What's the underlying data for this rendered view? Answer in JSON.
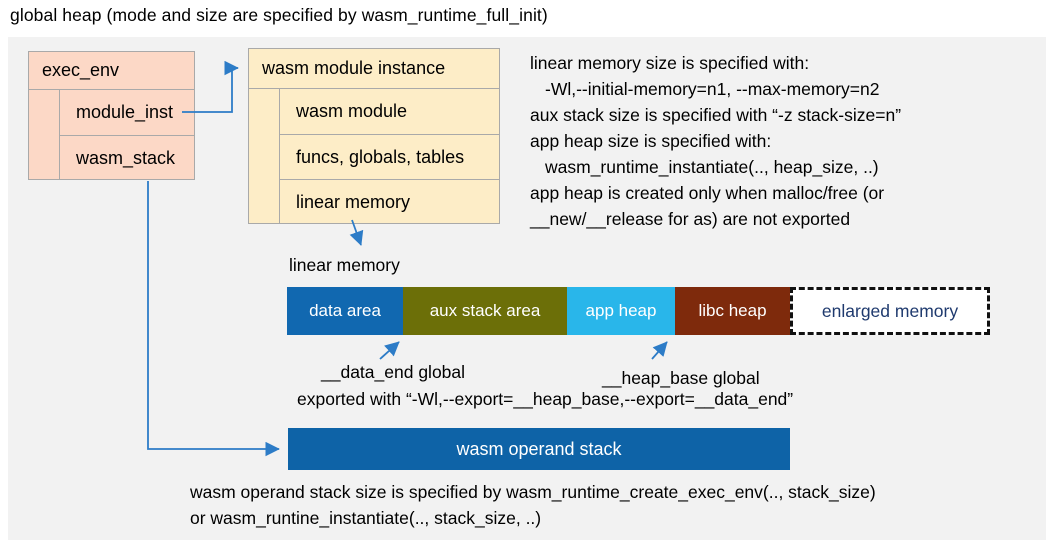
{
  "title": "global heap (mode and size are specified by wasm_runtime_full_init)",
  "exec_env": {
    "header": "exec_env",
    "rows": [
      {
        "label": "module_inst"
      },
      {
        "label": "wasm_stack"
      }
    ]
  },
  "module_instance": {
    "header": "wasm module instance",
    "rows": [
      {
        "label": "wasm module"
      },
      {
        "label": "funcs, globals, tables"
      },
      {
        "label": "linear memory"
      }
    ]
  },
  "notes": {
    "lines": [
      {
        "text": "linear memory size is specified with:"
      },
      {
        "text": "-Wl,--initial-memory=n1, --max-memory=n2"
      },
      {
        "text": "aux stack size is specified with “-z stack-size=n”"
      },
      {
        "text": "app heap size is specified with:"
      },
      {
        "text": "wasm_runtime_instantiate(.., heap_size, ..)"
      },
      {
        "text": "app heap is created only when malloc/free (or"
      },
      {
        "text": "__new/__release for as) are not exported"
      }
    ]
  },
  "linear_memory": {
    "label": "linear memory",
    "segments": [
      {
        "label": "data area",
        "color": "#1168b0",
        "text_color": "#ffffff"
      },
      {
        "label": "aux stack area",
        "color": "#6c6f08",
        "text_color": "#ffffff"
      },
      {
        "label": "app heap",
        "color": "#29b6ea",
        "text_color": "#ffffff"
      },
      {
        "label": "libc heap",
        "color": "#7e2a0c",
        "text_color": "#ffffff"
      },
      {
        "label": "enlarged memory",
        "color": "#ffffff",
        "text_color": "#1f3a6e",
        "border": "dashed"
      }
    ]
  },
  "annotations": {
    "data_end": "__data_end global",
    "heap_base": "__heap_base global",
    "exported": "exported with “-Wl,--export=__heap_base,--export=__data_end”"
  },
  "operand_stack": {
    "label": "wasm operand stack",
    "color": "#0e63a7",
    "notes": [
      {
        "text": "wasm operand stack size is specified by wasm_runtime_create_exec_env(.., stack_size)"
      },
      {
        "text": "or wasm_runtine_instantiate(.., stack_size, ..)"
      }
    ]
  },
  "colors": {
    "diagram_background": "#f2f2f2",
    "exec_env_fill": "#fcd8c6",
    "module_instance_fill": "#fdedc7",
    "box_border": "#a9a9a9",
    "arrow": "#2d7cc7"
  }
}
